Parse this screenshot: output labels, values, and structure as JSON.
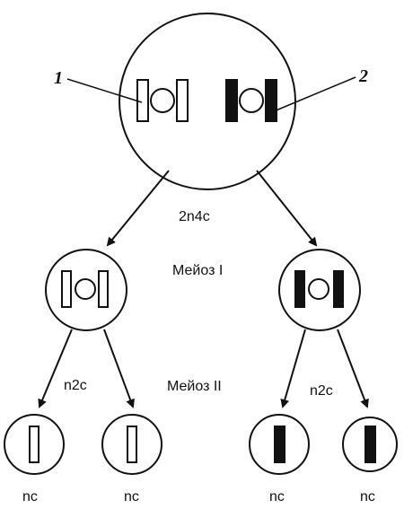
{
  "labels": {
    "marker_1": "1",
    "marker_2": "2",
    "ploidy_parent": "2n4c",
    "meiosis_1": "Мейоз I",
    "meiosis_2": "Мейоз II",
    "ploidy_left": "n2c",
    "ploidy_right": "n2c",
    "gamete_1": "nc",
    "gamete_2": "nc",
    "gamete_3": "nc",
    "gamete_4": "nc"
  },
  "colors": {
    "stroke": "#111111",
    "white_chromosome": "#ffffff",
    "black_chromosome": "#111111"
  }
}
